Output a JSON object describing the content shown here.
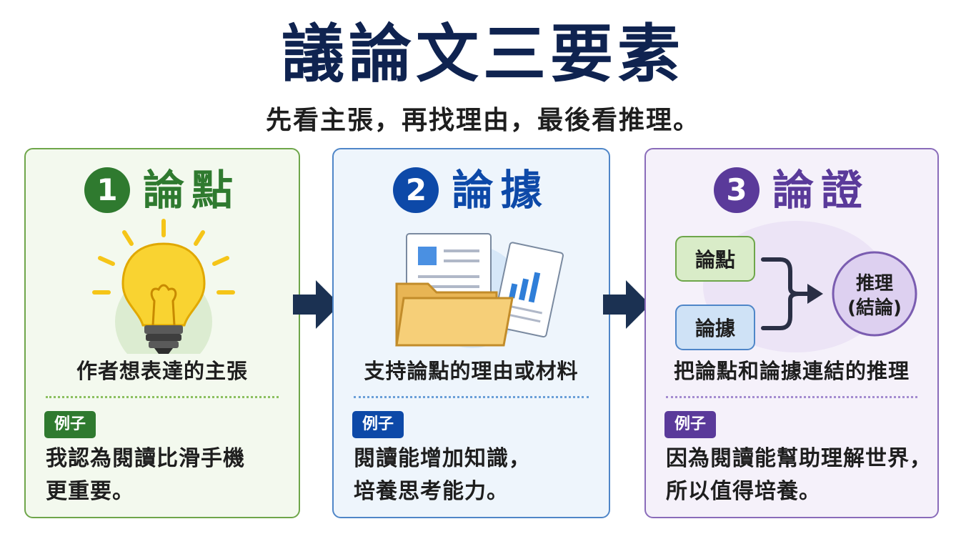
{
  "title": "議論文三要素",
  "subtitle": "先看主張，再找理由，最後看推理。",
  "cards": [
    {
      "number": "1",
      "label": "論點",
      "description": "作者想表達的主張",
      "example_tag": "例子",
      "example_lines": [
        "我認為閱讀比滑手機",
        "更重要。"
      ],
      "icon": "lightbulb-icon"
    },
    {
      "number": "2",
      "label": "論據",
      "description": "支持論點的理由或材料",
      "example_tag": "例子",
      "example_lines": [
        "閱讀能增加知識，",
        "培養思考能力。"
      ],
      "icon": "document-folder-icon"
    },
    {
      "number": "3",
      "label": "論證",
      "description": "把論點和論據連結的推理",
      "example_tag": "例子",
      "example_lines": [
        "因為閱讀能幫助理解世界，",
        "所以值得培養。"
      ],
      "icon": "reasoning-diagram",
      "diagram": {
        "box_claim": "論點",
        "box_evidence": "論據",
        "result_line1": "推理",
        "result_line2": "(結論)"
      }
    }
  ],
  "colors": {
    "title": "#0f2350",
    "card1_accent": "#2f7a2f",
    "card2_accent": "#0d49a8",
    "card3_accent": "#5a3a9a",
    "arrow": "#1b3152"
  }
}
